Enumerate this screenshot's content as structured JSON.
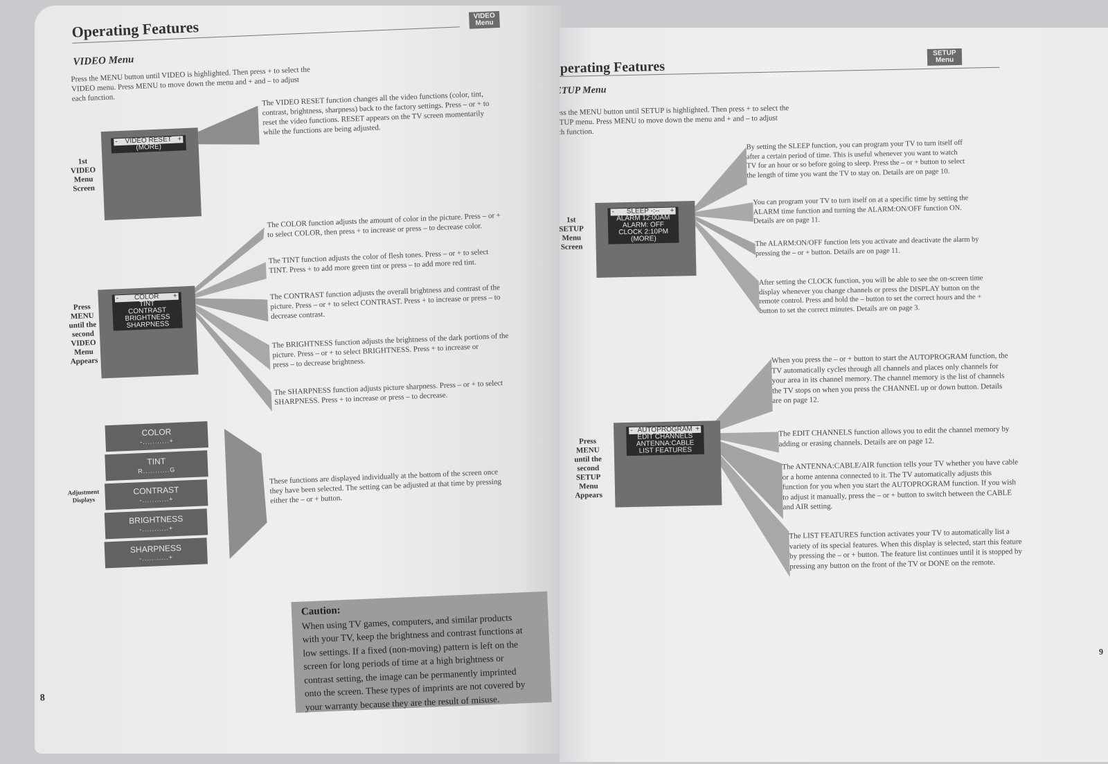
{
  "left": {
    "header": "Operating Features",
    "tab": [
      "VIDEO",
      "Menu"
    ],
    "subheading": "VIDEO Menu",
    "intro": [
      "Press the MENU button until VIDEO is highlighted. Then press + to select the",
      "VIDEO menu. Press MENU to move down the menu and + and – to adjust",
      "each function."
    ],
    "screen1_label": [
      "1st",
      "VIDEO",
      "Menu",
      "Screen"
    ],
    "screen1_osd": [
      "VIDEO RESET",
      "(MORE)"
    ],
    "reset_text": [
      "The VIDEO RESET function changes all the video functions (color, tint,",
      "contrast, brightness, sharpness) back to the factory settings. Press – or + to",
      "reset the video functions. RESET appears on the TV screen momentarily",
      "while the functions are being adjusted."
    ],
    "screen2_label": [
      "Press",
      "MENU",
      "until the",
      "second",
      "VIDEO",
      "Menu",
      "Appears"
    ],
    "screen2_osd": [
      "COLOR",
      "TINT",
      "CONTRAST",
      "BRIGHTNESS",
      "SHARPNESS"
    ],
    "color_text": [
      "The COLOR function adjusts the amount of color in the picture. Press – or +",
      "to select COLOR, then press + to increase or press – to decrease color."
    ],
    "tint_text": [
      "The TINT function adjusts the color of flesh tones. Press – or + to select",
      "TINT. Press + to add more green tint or press – to add more red tint."
    ],
    "contrast_text": [
      "The CONTRAST function adjusts the overall brightness and contrast of the",
      "picture. Press – or + to select CONTRAST. Press + to increase or press – to",
      "decrease contrast."
    ],
    "brightness_text": [
      "The BRIGHTNESS function adjusts the brightness of the dark portions of the",
      "picture. Press – or + to select BRIGHTNESS. Press + to increase or",
      "press – to decrease brightness."
    ],
    "sharpness_text": [
      "The SHARPNESS function adjusts picture sharpness. Press – or + to select",
      "SHARPNESS. Press + to increase or press – to decrease."
    ],
    "adjust_label": [
      "Adjustment",
      "Displays"
    ],
    "adjust_displays": [
      {
        "name": "COLOR",
        "scale": "-...........+"
      },
      {
        "name": "TINT",
        "scale": "R...........G"
      },
      {
        "name": "CONTRAST",
        "scale": "-...........+"
      },
      {
        "name": "BRIGHTNESS",
        "scale": "-...........+"
      },
      {
        "name": "SHARPNESS",
        "scale": "-...........+"
      }
    ],
    "adjust_text": [
      "These functions are displayed individually at the bottom of the screen once",
      "they have been selected. The setting can be adjusted at that time by pressing",
      "either the – or + button."
    ],
    "caution_title": "Caution:",
    "caution_lines": [
      "When using TV games, computers, and similar products",
      "with your TV, keep the brightness and contrast functions at",
      "low settings. If a fixed (non-moving) pattern is left on the",
      "screen for long periods of time at a high brightness or",
      "contrast setting, the image can be permanently imprinted",
      "onto the screen. These types of imprints are not covered by",
      "your warranty because they are the result of misuse."
    ],
    "page_number": "8"
  },
  "right": {
    "header": "Operating Features",
    "tab": [
      "SETUP",
      "Menu"
    ],
    "subheading": "SETUP Menu",
    "intro": [
      "Press the MENU button until SETUP is highlighted. Then press + to select the",
      "SETUP menu. Press MENU to move down the menu and + and – to adjust",
      "each function."
    ],
    "screen1_label": [
      "1st",
      "SETUP",
      "Menu",
      "Screen"
    ],
    "screen1_osd": [
      "SLEEP -:--",
      "ALARM 12:00AM",
      "ALARM: OFF",
      "CLOCK 2:10PM",
      "(MORE)"
    ],
    "sleep_text": [
      "By setting the SLEEP function, you can program your TV to turn itself off",
      "after a certain period of time. This is useful whenever you want to watch",
      "TV for an hour or so before going to sleep. Press the – or + button to select",
      "the length of time you want the TV to stay on. Details are on page 10."
    ],
    "alarm_text": [
      "You can program your TV to turn itself on at a specific time by setting the",
      "ALARM time function and turning the ALARM:ON/OFF function ON.",
      "Details are on page 11."
    ],
    "alarm_onoff_text": [
      "The ALARM:ON/OFF function lets you activate and deactivate the alarm by",
      "pressing the – or + button. Details are on page 11."
    ],
    "clock_text": [
      "After setting the CLOCK function, you will be able to see the on-screen time",
      "display whenever you change channels or press the DISPLAY button on the",
      "remote control. Press and hold the – button to set the correct hours and the +",
      "button to set the correct minutes. Details are on page 3."
    ],
    "screen2_label": [
      "Press",
      "MENU",
      "until the",
      "second",
      "SETUP",
      "Menu",
      "Appears"
    ],
    "screen2_osd": [
      "AUTOPROGRAM",
      "EDIT CHANNELS",
      "ANTENNA:CABLE",
      "LIST FEATURES"
    ],
    "autoprogram_text": [
      "When you press the – or + button to start the AUTOPROGRAM function, the",
      "TV automatically cycles through all channels and places only channels for",
      "your area in its channel memory. The channel memory is the list of channels",
      "the TV stops on when you press the CHANNEL up or down button. Details",
      "are on page 12."
    ],
    "edit_text": [
      "The EDIT CHANNELS function allows you to edit the channel memory by",
      "adding or erasing channels. Details are on page 12."
    ],
    "antenna_text": [
      "The ANTENNA:CABLE/AIR function tells your TV whether you have cable",
      "or a home antenna connected to it. The TV automatically adjusts this",
      "function for you when you start the AUTOPROGRAM function. If you wish",
      "to adjust it manually, press the – or + button to switch between the CABLE",
      "and AIR setting."
    ],
    "list_text": [
      "The LIST FEATURES function activates your TV to automatically list a",
      "variety of its special features. When this display is selected, start this feature",
      "by pressing the – or + button. The feature list continues until it is stopped by",
      "pressing any button on the front of the TV or DONE on the remote."
    ],
    "page_number": "9"
  }
}
